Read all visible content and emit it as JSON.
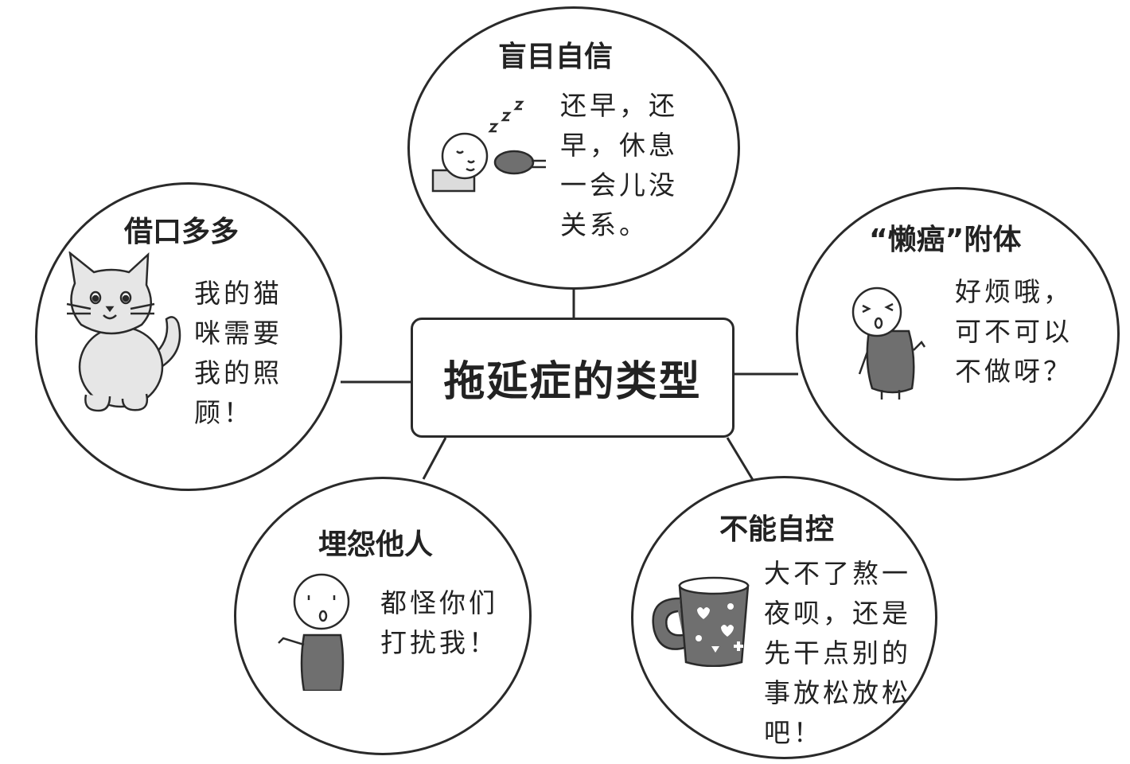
{
  "center": {
    "title": "拖延症的类型"
  },
  "nodes": {
    "blind": {
      "title": "盲目自信",
      "lines": [
        "还早，还",
        "早，休息",
        "一会儿没",
        "关系。"
      ],
      "icon": "sleeping-person"
    },
    "excuses": {
      "title": "借口多多",
      "lines": [
        "我的猫",
        "咪需要",
        "我的照",
        "顾！"
      ],
      "icon": "cat"
    },
    "lazy": {
      "title": "“懒癌”附体",
      "lines": [
        "好烦哦，",
        "可不可以",
        "不做呀？"
      ],
      "icon": "annoyed-person"
    },
    "blame": {
      "title": "埋怨他人",
      "lines": [
        "都怪你们",
        "打扰我！"
      ],
      "icon": "pointing-person"
    },
    "control": {
      "title": "不能自控",
      "lines": [
        "大不了熬一",
        "夜呗，还是",
        "先干点别的",
        "事放松放松",
        "吧！"
      ],
      "icon": "mug"
    }
  }
}
